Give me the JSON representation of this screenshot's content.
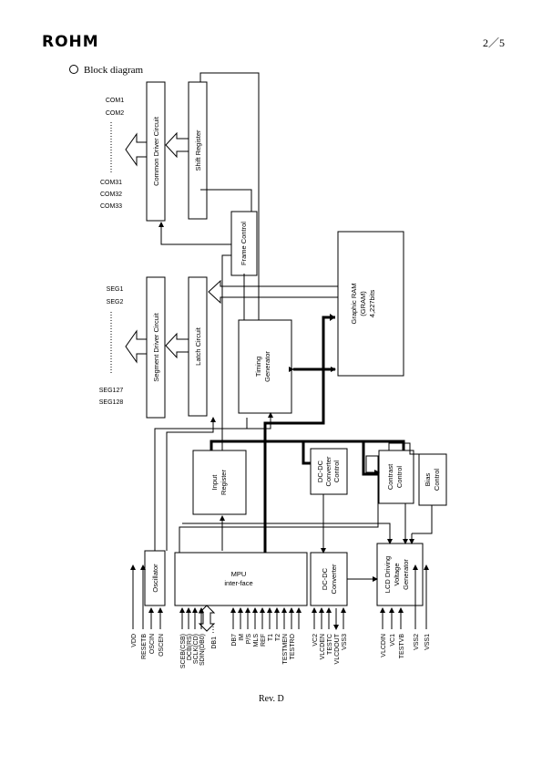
{
  "header": {
    "logo": "ROHM",
    "page_number": "2／5"
  },
  "section": {
    "title": "Block diagram"
  },
  "footer": {
    "revision": "Rev. D"
  },
  "blocks": {
    "common_driver": "Common Driver Circuit",
    "shift_register": "Shift Register",
    "frame_control": "Frame Control",
    "segment_driver": "Segment Driver Circuit",
    "latch_circuit": "Latch Circuit",
    "timing_generator": [
      "Timing",
      "Generator"
    ],
    "gram": [
      "Graphic RAM",
      "(GRAM)",
      "4,227bits"
    ],
    "input_register": [
      "Input",
      "Register"
    ],
    "dcdc_control": [
      "DC-DC",
      "Converter",
      "Control"
    ],
    "contrast_control": [
      "Contrast",
      "Control"
    ],
    "bias_control": [
      "Bias",
      "Control"
    ],
    "oscillator": "Oscillator",
    "mpu_interface": [
      "MPU",
      "inter-face"
    ],
    "dcdc_converter": [
      "DC-DC",
      "Converter"
    ],
    "lcd_driving": [
      "LCD Driving",
      "Voltage",
      "Generator"
    ]
  },
  "com_labels": {
    "top": [
      "COM1",
      "COM2"
    ],
    "bottom": [
      "COM31",
      "COM32",
      "COM33"
    ]
  },
  "seg_labels": {
    "top": [
      "SEG1",
      "SEG2"
    ],
    "bottom": [
      "SEG127",
      "SEG128"
    ]
  },
  "pins": {
    "vdd": "VDD",
    "resetb": "RESETB",
    "oscin": "OSCIN",
    "oscen": "OSCEN",
    "scebcs": "SCEB(CSB)",
    "dcbrs": "DCB(RS)",
    "sclkclk": "SCLK(CD)",
    "sdindb0": "SDIN(DB0)",
    "db1": "DB1",
    "db7": "DB7",
    "im": "IM",
    "ps": "P/S",
    "mls": "MLS",
    "ref": "REF",
    "t1": "T1",
    "t2": "T2",
    "testmen": "TESTMEN",
    "testro": "TESTRO",
    "vc2": "VC2",
    "vlcden": "VLCDEN",
    "testc": "TESTC",
    "vlcdout": "VLCDOUT",
    "vss3": "VSS3",
    "vlcdin": "VLCDIN",
    "vc1": "VC1",
    "testvb": "TESTVB",
    "vss2": "VSS2",
    "vss1": "VSS1"
  }
}
